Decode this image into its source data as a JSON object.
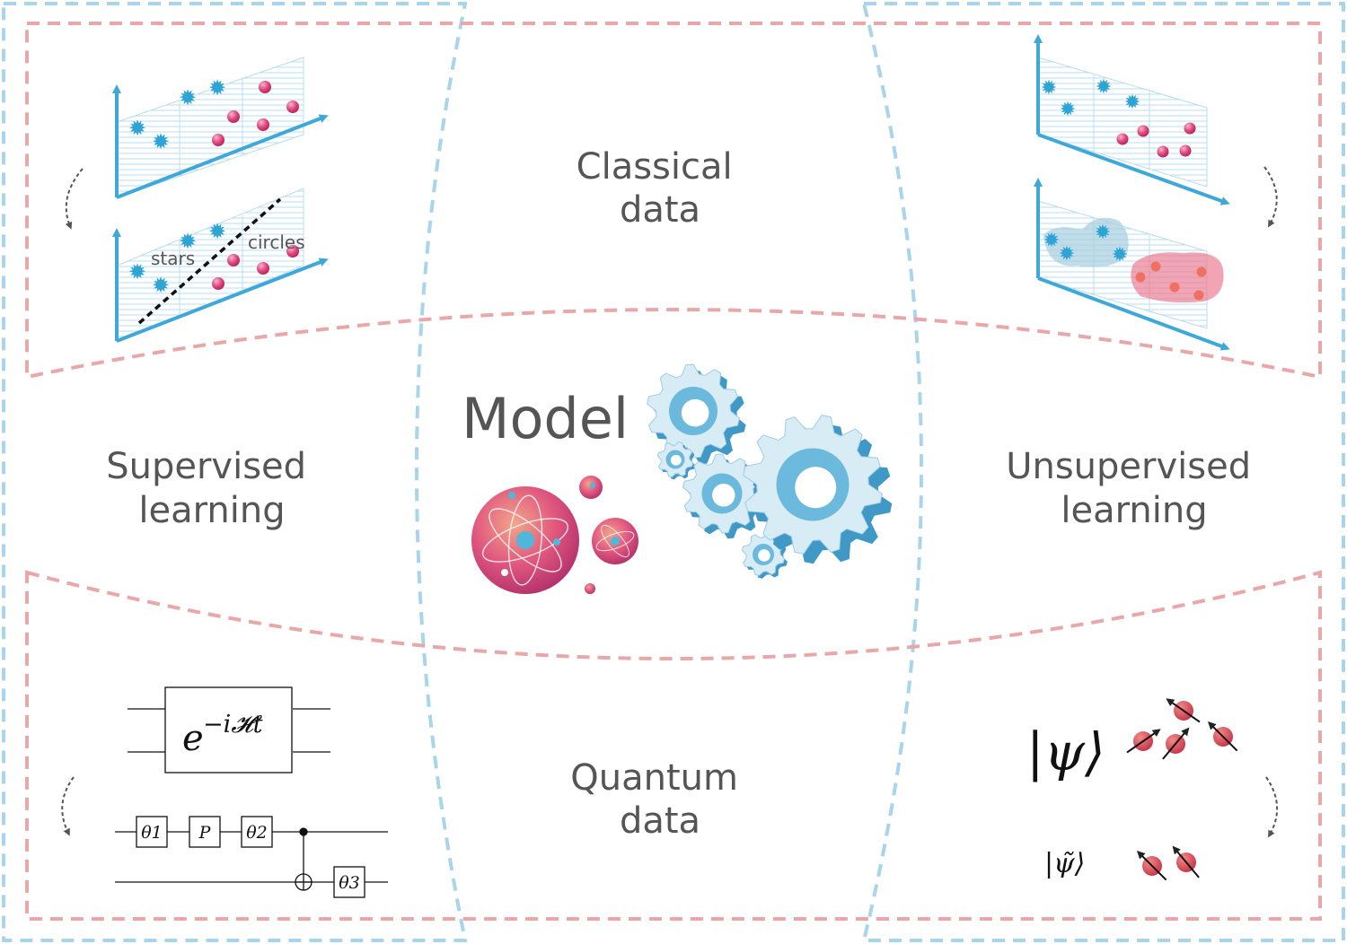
{
  "regions": {
    "classical": [
      "Classical",
      "data"
    ],
    "quantum": [
      "Quantum",
      "data"
    ],
    "supervised": [
      "Supervised",
      "learning"
    ],
    "unsupervised": [
      "Unsupervised",
      "learning"
    ],
    "model": "Model"
  },
  "plot_labels": {
    "stars": "stars",
    "circles": "circles"
  },
  "circuit": {
    "unitary": "e",
    "unitary_exponent": "−i𝓗t",
    "gates": [
      "θ1",
      "P",
      "θ2",
      "θ3"
    ]
  },
  "states": {
    "psi": "|ψ⟩",
    "psi_tilde": "|ψ̃⟩"
  },
  "colors": {
    "classical_border": "#e9a7a7",
    "quantum_border": "#a9d5ea",
    "text": "#555555",
    "star": "#2ea4d6",
    "circle": "#e0467e",
    "axis": "#3ea8d8"
  }
}
